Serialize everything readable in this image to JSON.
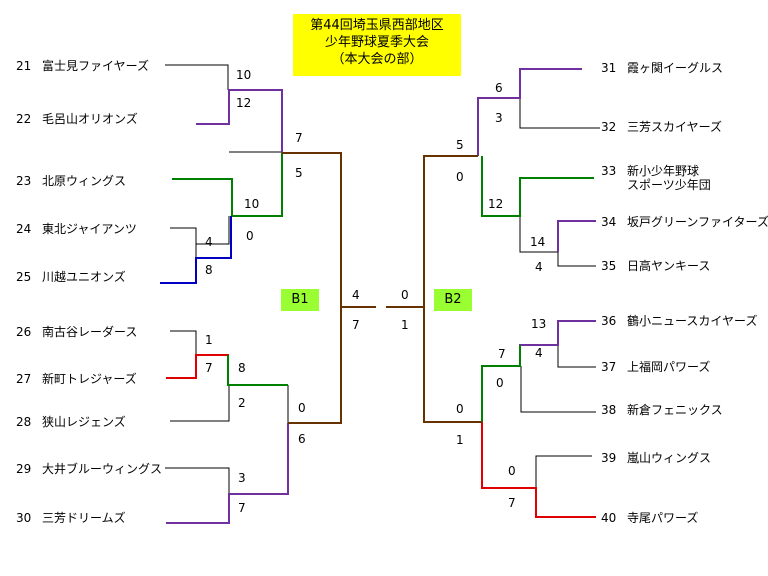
{
  "title": {
    "line1": "第44回埼玉県西部地区",
    "line2": "少年野球夏季大会",
    "line3": "（本大会の部）"
  },
  "blocks": {
    "left": "B1",
    "right": "B2"
  },
  "teams": [
    {
      "no": "21",
      "name": "富士見ファイヤーズ"
    },
    {
      "no": "22",
      "name": "毛呂山オリオンズ"
    },
    {
      "no": "23",
      "name": "北原ウィングス"
    },
    {
      "no": "24",
      "name": "東北ジャイアンツ"
    },
    {
      "no": "25",
      "name": "川越ユニオンズ"
    },
    {
      "no": "26",
      "name": "南古谷レーダース"
    },
    {
      "no": "27",
      "name": "新町トレジャーズ"
    },
    {
      "no": "28",
      "name": "狭山レジェンズ"
    },
    {
      "no": "29",
      "name": "大井ブルーウィングス"
    },
    {
      "no": "30",
      "name": "三芳ドリームズ"
    },
    {
      "no": "31",
      "name": "霞ヶ関イーグルス"
    },
    {
      "no": "32",
      "name": "三芳スカイヤーズ"
    },
    {
      "no": "33",
      "name": "新小少年野球",
      "name2": "スポーツ少年団"
    },
    {
      "no": "34",
      "name": "坂戸グリーンファイターズ"
    },
    {
      "no": "35",
      "name": "日高ヤンキース"
    },
    {
      "no": "36",
      "name": "鶴小ニュースカイヤーズ"
    },
    {
      "no": "37",
      "name": "上福岡パワーズ"
    },
    {
      "no": "38",
      "name": "新倉フェニックス"
    },
    {
      "no": "39",
      "name": "嵐山ウィングス"
    },
    {
      "no": "40",
      "name": "寺尾パワーズ"
    }
  ],
  "scores": [
    "10",
    "12",
    "7",
    "5",
    "10",
    "0",
    "4",
    "8",
    "1",
    "7",
    "8",
    "2",
    "0",
    "6",
    "3",
    "7",
    "4",
    "7",
    "0",
    "1",
    "5",
    "0",
    "6",
    "3",
    "12",
    "14",
    "4",
    "13",
    "4",
    "7",
    "0",
    "0",
    "1",
    "0",
    "7"
  ],
  "colors": {
    "line": "#000000",
    "purple": "#7030a0",
    "green": "#008000",
    "blue": "#0000c0",
    "red": "#e00000",
    "brown": "#663300",
    "title_bg": "#ffff00",
    "block_bg": "#99ff33"
  }
}
